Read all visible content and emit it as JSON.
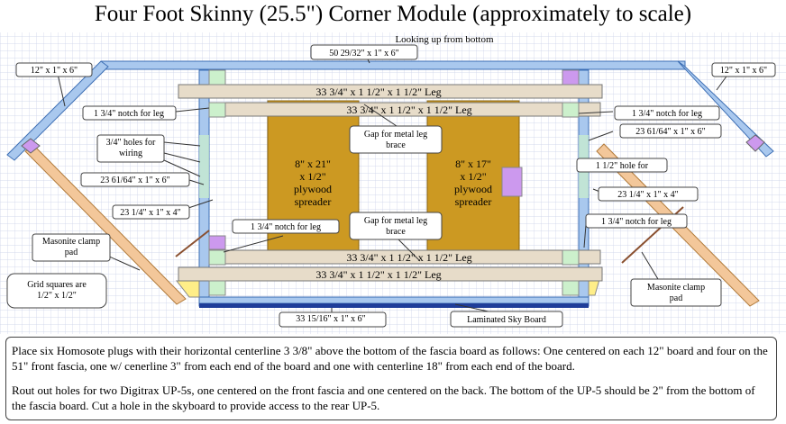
{
  "title": "Four Foot Skinny (25.5\") Corner Module  (approximately to scale)",
  "subtitle": "Looking up from bottom",
  "labels": {
    "top_back_board": "50 29/32\" x 1\" x 6\"",
    "left_corner_board": "12\" x 1\" x 6\"",
    "right_corner_board": "12\" x 1\" x 6\"",
    "leg_top_1": "33 3/4\" x 1 1/2\" x 1 1/2\" Leg",
    "leg_top_2": "33 3/4\" x 1 1/2\" x 1 1/2\" Leg",
    "leg_bottom_1": "33 3/4\" x 1 1/2\" x 1 1/2\" Leg",
    "leg_bottom_2": "33 3/4\" x 1 1/2\" x 1 1/2\" Leg",
    "notch_left_top": "1 3/4\" notch for leg",
    "notch_right_top": "1 3/4\" notch for leg",
    "notch_center_left": "1 3/4\" notch for leg",
    "notch_right_lower": "1 3/4\" notch for leg",
    "wiring_holes": "3/4\" holes for wiring",
    "left_end_board": "23 61/64\" x 1\" x 6\"",
    "right_end_board": "23 61/64\" x 1\" x 6\"",
    "left_diag_board": "23 1/4\" x 1\" x 4\"",
    "right_diag_board": "23 1/4\" x 1\" x 4\"",
    "gap_top": "Gap for metal leg brace",
    "gap_bottom": "Gap for metal leg brace",
    "spreader_left": "8\" x 21\" x 1/2\" plywood spreader",
    "spreader_right": "8\" x 17\" x 1/2\" plywood spreader",
    "hole_label": "1 1/2\" hole for",
    "masonite_left": "Masonite clamp pad",
    "masonite_right": "Masonite clamp pad",
    "grid_note": "Grid squares are 1/2\" x 1/2\"",
    "front_board": "33 15/16\" x 1\" x 6\"",
    "sky_board": "Laminated Sky Board"
  },
  "notes": [
    "Place six Homosote plugs with their horizontal centerline  3 3/8\"  above the bottom of the fascia board as follows:  One centered on each 12\" board and four on the 51\" front fascia, one w/ cenerline  3\" from each end of the board and one with  centerline  18\" from each end of the board.",
    "Rout out holes for two Digitrax  UP-5s, one centered on the front fascia and one centered on the back. The bottom of the UP-5 should be 2\" from the bottom of the fascia board.  Cut a hole in  the skyboard to provide access to the rear UP-5."
  ],
  "colors": {
    "grid": "#c9d0e8",
    "board_blue": "#a9c8ee",
    "board_edge": "#3c6eb4",
    "leg_fill": "#e7dcc9",
    "spreader": "#cc9922",
    "purple": "#cc99ee",
    "green": "#ccf0cc",
    "diag_wood": "#f3c79a",
    "sky_board": "#1f3d99",
    "yellow": "#ffee88"
  }
}
